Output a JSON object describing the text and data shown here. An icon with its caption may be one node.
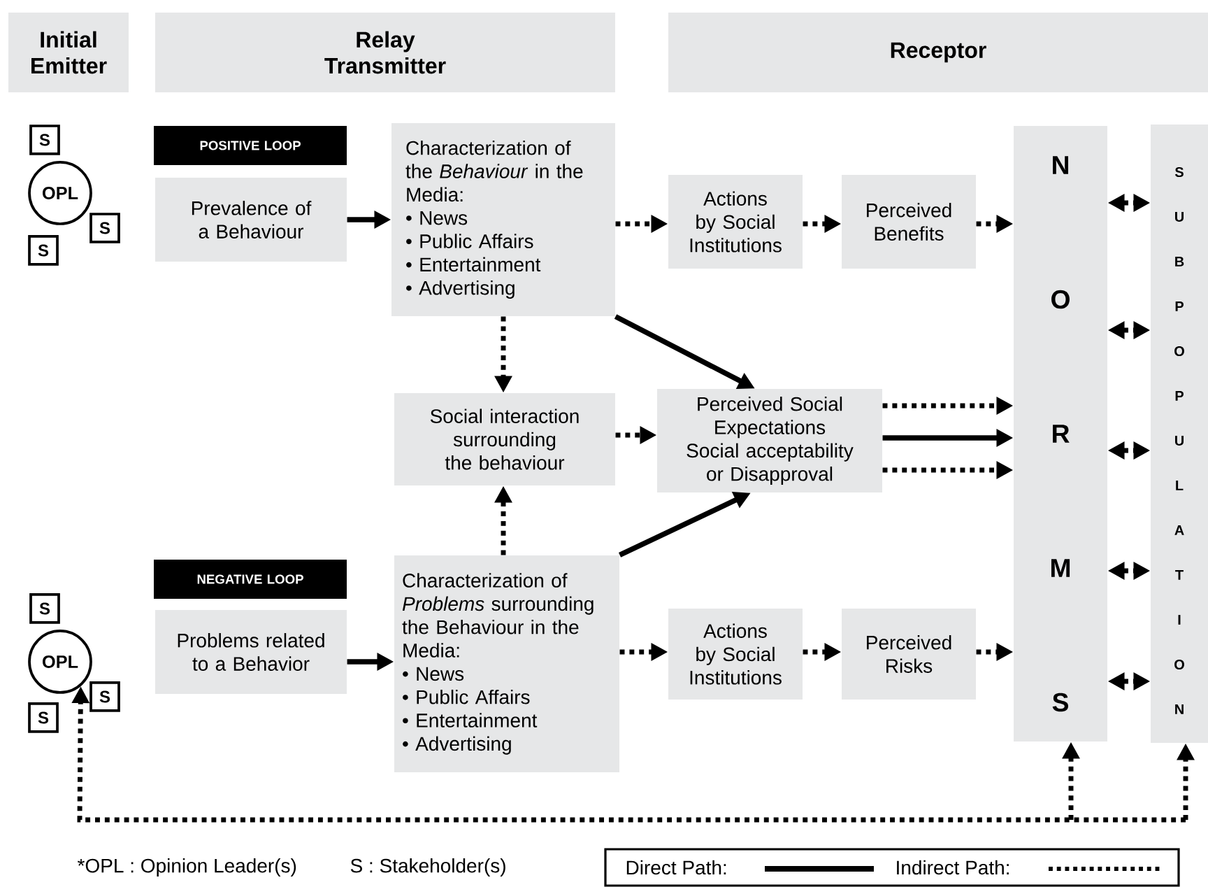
{
  "diagram": {
    "nodes": [
      {
        "text": [
          "Initial Emitter"
        ]
      },
      {
        "text": [
          "Relay Transmitter"
        ]
      },
      {
        "text": [
          "Receptor"
        ]
      },
      {
        "text": [
          "OPL"
        ]
      },
      {
        "text": [
          "S"
        ]
      },
      {
        "text": [
          "S"
        ]
      },
      {
        "text": [
          "S"
        ]
      },
      {
        "text": [
          "POSITIVE LOOP"
        ]
      },
      {
        "text": [
          "Prevalence of a Behaviour"
        ]
      },
      {
        "text": [
          "Characterization of the *Behaviour* in the Media:",
          "• News",
          "• Public Affairs",
          "• Entertainment",
          "• Advertising"
        ]
      },
      {
        "text": [
          "Actions by Social Institutions"
        ]
      },
      {
        "text": [
          "Perceived Benefits"
        ]
      },
      {
        "text": [
          "N",
          "O",
          "R",
          "M",
          "S"
        ]
      },
      {
        "text": [
          "S",
          "U",
          "B",
          "P",
          "O",
          "P",
          "U",
          "L",
          "A",
          "T",
          "I",
          "O",
          "N"
        ]
      },
      {
        "text": [
          "Social interaction surrounding the behaviour"
        ]
      },
      {
        "text": [
          "Perceived Social Expectations",
          "Social acceptability or Disapproval"
        ]
      },
      {
        "text": [
          "NEGATIVE LOOP"
        ]
      },
      {
        "text": [
          "Problems related to a Behavior"
        ]
      },
      {
        "text": [
          "Characterization of *Problems* surrounding the Behaviour in the Media:",
          "• News",
          "• Public Affairs",
          "• Entertainment",
          "• Advertising"
        ]
      },
      {
        "text": [
          "Actions by Social Institutions"
        ]
      },
      {
        "text": [
          "Perceived Risks"
        ]
      },
      {
        "text": [
          "OPL"
        ]
      },
      {
        "text": [
          "S"
        ]
      },
      {
        "text": [
          "S"
        ]
      },
      {
        "text": [
          "S"
        ]
      }
    ],
    "edges": [
      {
        "from": 8,
        "to": 9,
        "arrow": "to"
      },
      {
        "from": 9,
        "to": 10,
        "arrow": "to",
        "style": "dashed"
      },
      {
        "from": 10,
        "to": 11,
        "arrow": "to",
        "style": "dashed"
      },
      {
        "from": 11,
        "to": 12,
        "arrow": "to",
        "style": "dashed"
      },
      {
        "from": 9,
        "to": 14,
        "arrow": "to",
        "style": "dashed"
      },
      {
        "from": 9,
        "to": 15,
        "arrow": "to"
      },
      {
        "from": 14,
        "to": 15,
        "arrow": "to",
        "style": "dashed"
      },
      {
        "from": 15,
        "to": 12,
        "arrow": "to",
        "style": "dashed"
      },
      {
        "from": 15,
        "to": 12,
        "arrow": "to"
      },
      {
        "from": 15,
        "to": 12,
        "arrow": "to",
        "style": "dashed"
      },
      {
        "from": 12,
        "to": 13,
        "arrow": "both",
        "style": "dashed"
      },
      {
        "from": 12,
        "to": 13,
        "arrow": "both",
        "style": "dashed"
      },
      {
        "from": 12,
        "to": 13,
        "arrow": "both",
        "style": "dashed"
      },
      {
        "from": 12,
        "to": 13,
        "arrow": "both",
        "style": "dashed"
      },
      {
        "from": 12,
        "to": 13,
        "arrow": "both",
        "style": "dashed"
      },
      {
        "from": 18,
        "to": 14,
        "arrow": "to",
        "style": "dashed"
      },
      {
        "from": 18,
        "to": 15,
        "arrow": "to"
      },
      {
        "from": 17,
        "to": 18,
        "arrow": "to"
      },
      {
        "from": 18,
        "to": 19,
        "arrow": "to",
        "style": "dashed"
      },
      {
        "from": 19,
        "to": 20,
        "arrow": "to",
        "style": "dashed"
      },
      {
        "from": 20,
        "to": 12,
        "arrow": "to",
        "style": "dashed"
      },
      {
        "from": null,
        "to": 21,
        "arrow": "to",
        "style": "dashed"
      },
      {
        "from": null,
        "to": 12,
        "arrow": "to",
        "style": "dashed"
      },
      {
        "from": null,
        "to": 13,
        "arrow": "to",
        "style": "dashed"
      }
    ],
    "labels": [
      "*OPL : Opinion Leader(s)",
      "S : Stakeholder(s)"
    ],
    "legend": [
      {
        "text": "Direct Path:"
      },
      {
        "text": "Indirect Path:"
      }
    ]
  }
}
